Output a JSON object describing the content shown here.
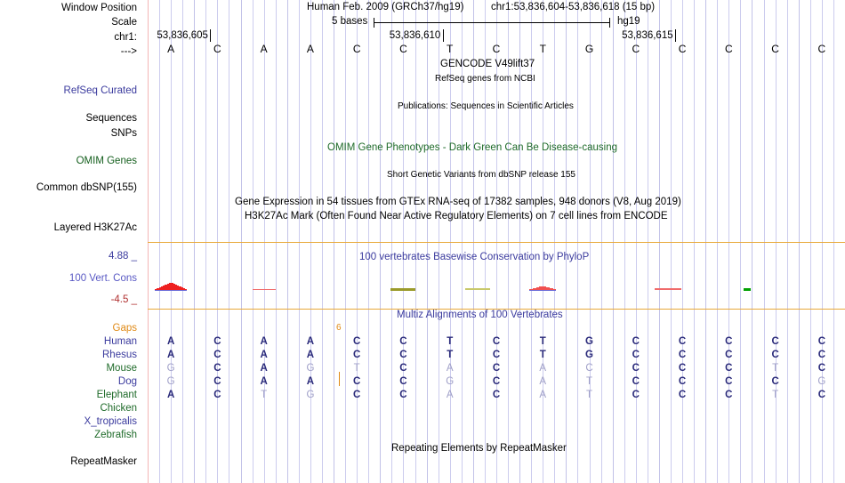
{
  "browser": {
    "assembly_title": "Human Feb. 2009 (GRCh37/hg19)",
    "position": "chr1:53,836,604-53,836,618 (15 bp)",
    "scale_label": "5 bases",
    "assembly_short": "hg19",
    "chrom_label": "chr1:",
    "strand_arrow": "--->"
  },
  "left_labels": {
    "window_position": "Window Position",
    "scale": "Scale",
    "refseq_curated": "RefSeq Curated",
    "sequences": "Sequences",
    "snps": "SNPs",
    "omim_genes": "OMIM Genes",
    "common_dbsnp": "Common dbSNP(155)",
    "layered_h3k27ac": "Layered H3K27Ac",
    "cons_max": "4.88 _",
    "cons_track": "100 Vert. Cons",
    "cons_min": "-4.5 _",
    "gaps": "Gaps",
    "repeatmasker": "RepeatMasker"
  },
  "ruler": {
    "ticks": [
      {
        "label": "53,836,605",
        "base_index": 1
      },
      {
        "label": "53,836,610",
        "base_index": 6
      },
      {
        "label": "53,836,615",
        "base_index": 11
      }
    ]
  },
  "sequence": {
    "bases": [
      "A",
      "C",
      "A",
      "A",
      "C",
      "C",
      "T",
      "C",
      "T",
      "G",
      "C",
      "C",
      "C",
      "C",
      "C"
    ]
  },
  "track_titles": {
    "gencode": "GENCODE V49lift37",
    "refseq_ncbi": "RefSeq genes from NCBI",
    "publications": "Publications: Sequences in Scientific Articles",
    "omim": "OMIM Gene Phenotypes - Dark Green Can Be Disease-causing",
    "dbsnp": "Short Genetic Variants from dbSNP release 155",
    "gtex": "Gene Expression in 54 tissues from GTEx RNA-seq of 17382 samples, 948 donors (V8, Aug 2019)",
    "h3k27ac": "H3K27Ac Mark (Often Found Near Active Regulatory Elements) on 7 cell lines from ENCODE",
    "phylop": "100 vertebrates Basewise Conservation by PhyloP",
    "multiz": "Multiz Alignments of 100 Vertebrates",
    "repeatmasker": "Repeating Elements by RepeatMasker"
  },
  "alignment": {
    "species": [
      {
        "name": "Human",
        "color": "#3b3b9e"
      },
      {
        "name": "Rhesus",
        "color": "#3b3b9e"
      },
      {
        "name": "Mouse",
        "color": "#1f6b2a"
      },
      {
        "name": "Dog",
        "color": "#3b3b9e"
      },
      {
        "name": "Elephant",
        "color": "#1f6b2a"
      },
      {
        "name": "Chicken",
        "color": "#1f6b2a"
      },
      {
        "name": "X_tropicalis",
        "color": "#3b3b9e"
      },
      {
        "name": "Zebrafish",
        "color": "#1f6b2a"
      }
    ],
    "rows": [
      {
        "species": "Human",
        "bases": [
          "A",
          "C",
          "A",
          "A",
          "C",
          "C",
          "T",
          "C",
          "T",
          "G",
          "C",
          "C",
          "C",
          "C",
          "C"
        ]
      },
      {
        "species": "Rhesus",
        "bases": [
          "A",
          "C",
          "A",
          "A",
          "C",
          "C",
          "T",
          "C",
          "T",
          "G",
          "C",
          "C",
          "C",
          "C",
          "C"
        ]
      },
      {
        "species": "Mouse",
        "bases": [
          "G",
          "C",
          "A",
          "G",
          "T",
          "C",
          "A",
          "C",
          "A",
          "C",
          "C",
          "C",
          "C",
          "T",
          "C"
        ]
      },
      {
        "species": "Dog",
        "bases": [
          "G",
          "C",
          "A",
          "A",
          "C",
          "C",
          "G",
          "C",
          "A",
          "T",
          "C",
          "C",
          "C",
          "C",
          "G"
        ]
      },
      {
        "species": "Elephant",
        "bases": [
          "A",
          "C",
          "T",
          "G",
          "C",
          "C",
          "A",
          "C",
          "A",
          "T",
          "C",
          "C",
          "C",
          "T",
          "C"
        ]
      },
      {
        "species": "Chicken",
        "bases": [
          "",
          "",
          "",
          "",
          "",
          "",
          "",
          "",
          "",
          "",
          "",
          "",
          "",
          "",
          ""
        ]
      },
      {
        "species": "X_tropicalis",
        "bases": [
          "",
          "",
          "",
          "",
          "",
          "",
          "",
          "",
          "",
          "",
          "",
          "",
          "",
          "",
          ""
        ]
      },
      {
        "species": "Zebrafish",
        "bases": [
          "",
          "",
          "",
          "",
          "",
          "",
          "",
          "",
          "",
          "",
          "",
          "",
          "",
          "",
          ""
        ]
      }
    ],
    "gap_marker": {
      "label": "6",
      "base_index": 4
    }
  },
  "conservation": {
    "scale_max": "4.88",
    "scale_min": "-4.5",
    "features": [
      {
        "base_index": 0,
        "kind": "peak",
        "color": "#ee2020",
        "width": 36,
        "height": 8
      },
      {
        "base_index": 2,
        "kind": "bar",
        "color": "#f06a6a",
        "width": 26,
        "height": 1
      },
      {
        "base_index": 5,
        "kind": "bar",
        "color": "#9a9a2a",
        "width": 28,
        "height": 3
      },
      {
        "base_index": 6.6,
        "kind": "bar",
        "color": "#c8c86a",
        "width": 28,
        "height": 2
      },
      {
        "base_index": 8,
        "kind": "peak",
        "color": "#f05050",
        "width": 30,
        "height": 4
      },
      {
        "base_index": 10.7,
        "kind": "bar",
        "color": "#f06a6a",
        "width": 30,
        "height": 2
      },
      {
        "base_index": 12.4,
        "kind": "bar",
        "color": "#00a000",
        "width": 8,
        "height": 3
      },
      {
        "base_index": 15,
        "kind": "arrow",
        "color": "#9a9a2a",
        "width": 36,
        "height": 6
      }
    ]
  }
}
